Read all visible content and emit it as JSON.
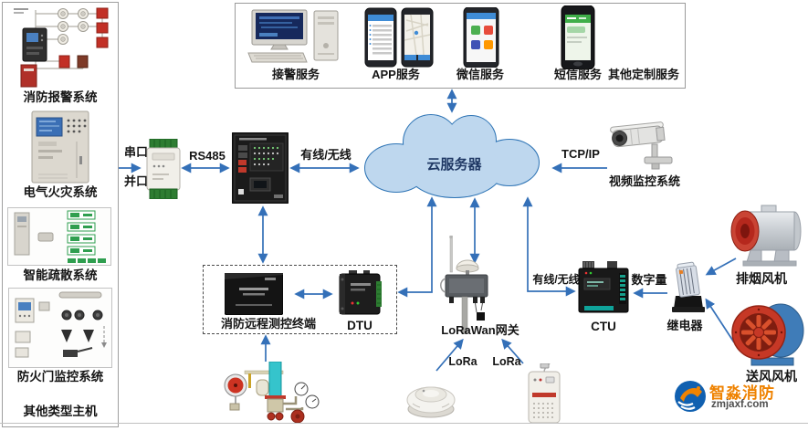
{
  "sidebar": {
    "systems": [
      {
        "label": "消防报警系统",
        "icon": "fire-alarm-loop-diagram"
      },
      {
        "label": "电气火灾系统",
        "icon": "electrical-fire-cabinet"
      },
      {
        "label": "智能疏散系统",
        "icon": "evacuation-sign-panel"
      },
      {
        "label": "防火门监控系统",
        "icon": "fire-door-devices"
      },
      {
        "label": "其他类型主机",
        "icon": "none"
      }
    ]
  },
  "services_panel": {
    "items": [
      {
        "label": "接警服务",
        "icon": "alarm-workstation"
      },
      {
        "label": "APP服务",
        "icon": "app-smartphones"
      },
      {
        "label": "微信服务",
        "icon": "wechat-phone"
      },
      {
        "label": "短信服务",
        "icon": "sms-phone"
      },
      {
        "label": "其他定制服务",
        "icon": "none"
      }
    ]
  },
  "cloud": {
    "label": "云服务器"
  },
  "connections": {
    "serial_port": "串口",
    "parallel_port": "并口",
    "rs485": "RS485",
    "wired_wireless_left": "有线/无线",
    "tcp_ip": "TCP/IP",
    "wired_wireless_right": "有线/无线",
    "digital_signal": "数字量",
    "lora_left": "LoRa",
    "lora_right": "LoRa"
  },
  "nodes": {
    "video_surveillance": {
      "label": "视频监控系统",
      "icon": "cctv-bullet-camera"
    },
    "transmission_device": {
      "icon": "user-info-transmission-panel"
    },
    "serial_converter": {
      "icon": "rs485-converter"
    },
    "remote_terminal": {
      "label": "消防远程测控终端",
      "icon": "black-terminal-box"
    },
    "dtu": {
      "label": "DTU",
      "icon": "dtu-modem"
    },
    "lorawan_gateway": {
      "label": "LoRaWan网关",
      "icon": "antenna-gateway"
    },
    "ctu": {
      "label": "CTU",
      "icon": "ctu-controller"
    },
    "relay": {
      "label": "继电器",
      "icon": "relay-module"
    },
    "smoke_exhaust_fan": {
      "label": "排烟风机",
      "icon": "axial-fan-gray-red"
    },
    "air_supply_fan": {
      "label": "送风风机",
      "icon": "axial-fan-red-blue"
    },
    "smoke_detector": {
      "icon": "wireless-smoke-detector"
    },
    "lora_end_device": {
      "icon": "lora-wall-module"
    },
    "alarm_valve": {
      "icon": "alarm-valve-piping"
    }
  },
  "watermark": {
    "brand": "智淼消防",
    "site": "zmjaxf.com"
  },
  "colors": {
    "arrow": "#3470b8",
    "cloud_fill": "#bed7ee",
    "cloud_stroke": "#2e74b5",
    "brand_orange": "#ef8200"
  }
}
